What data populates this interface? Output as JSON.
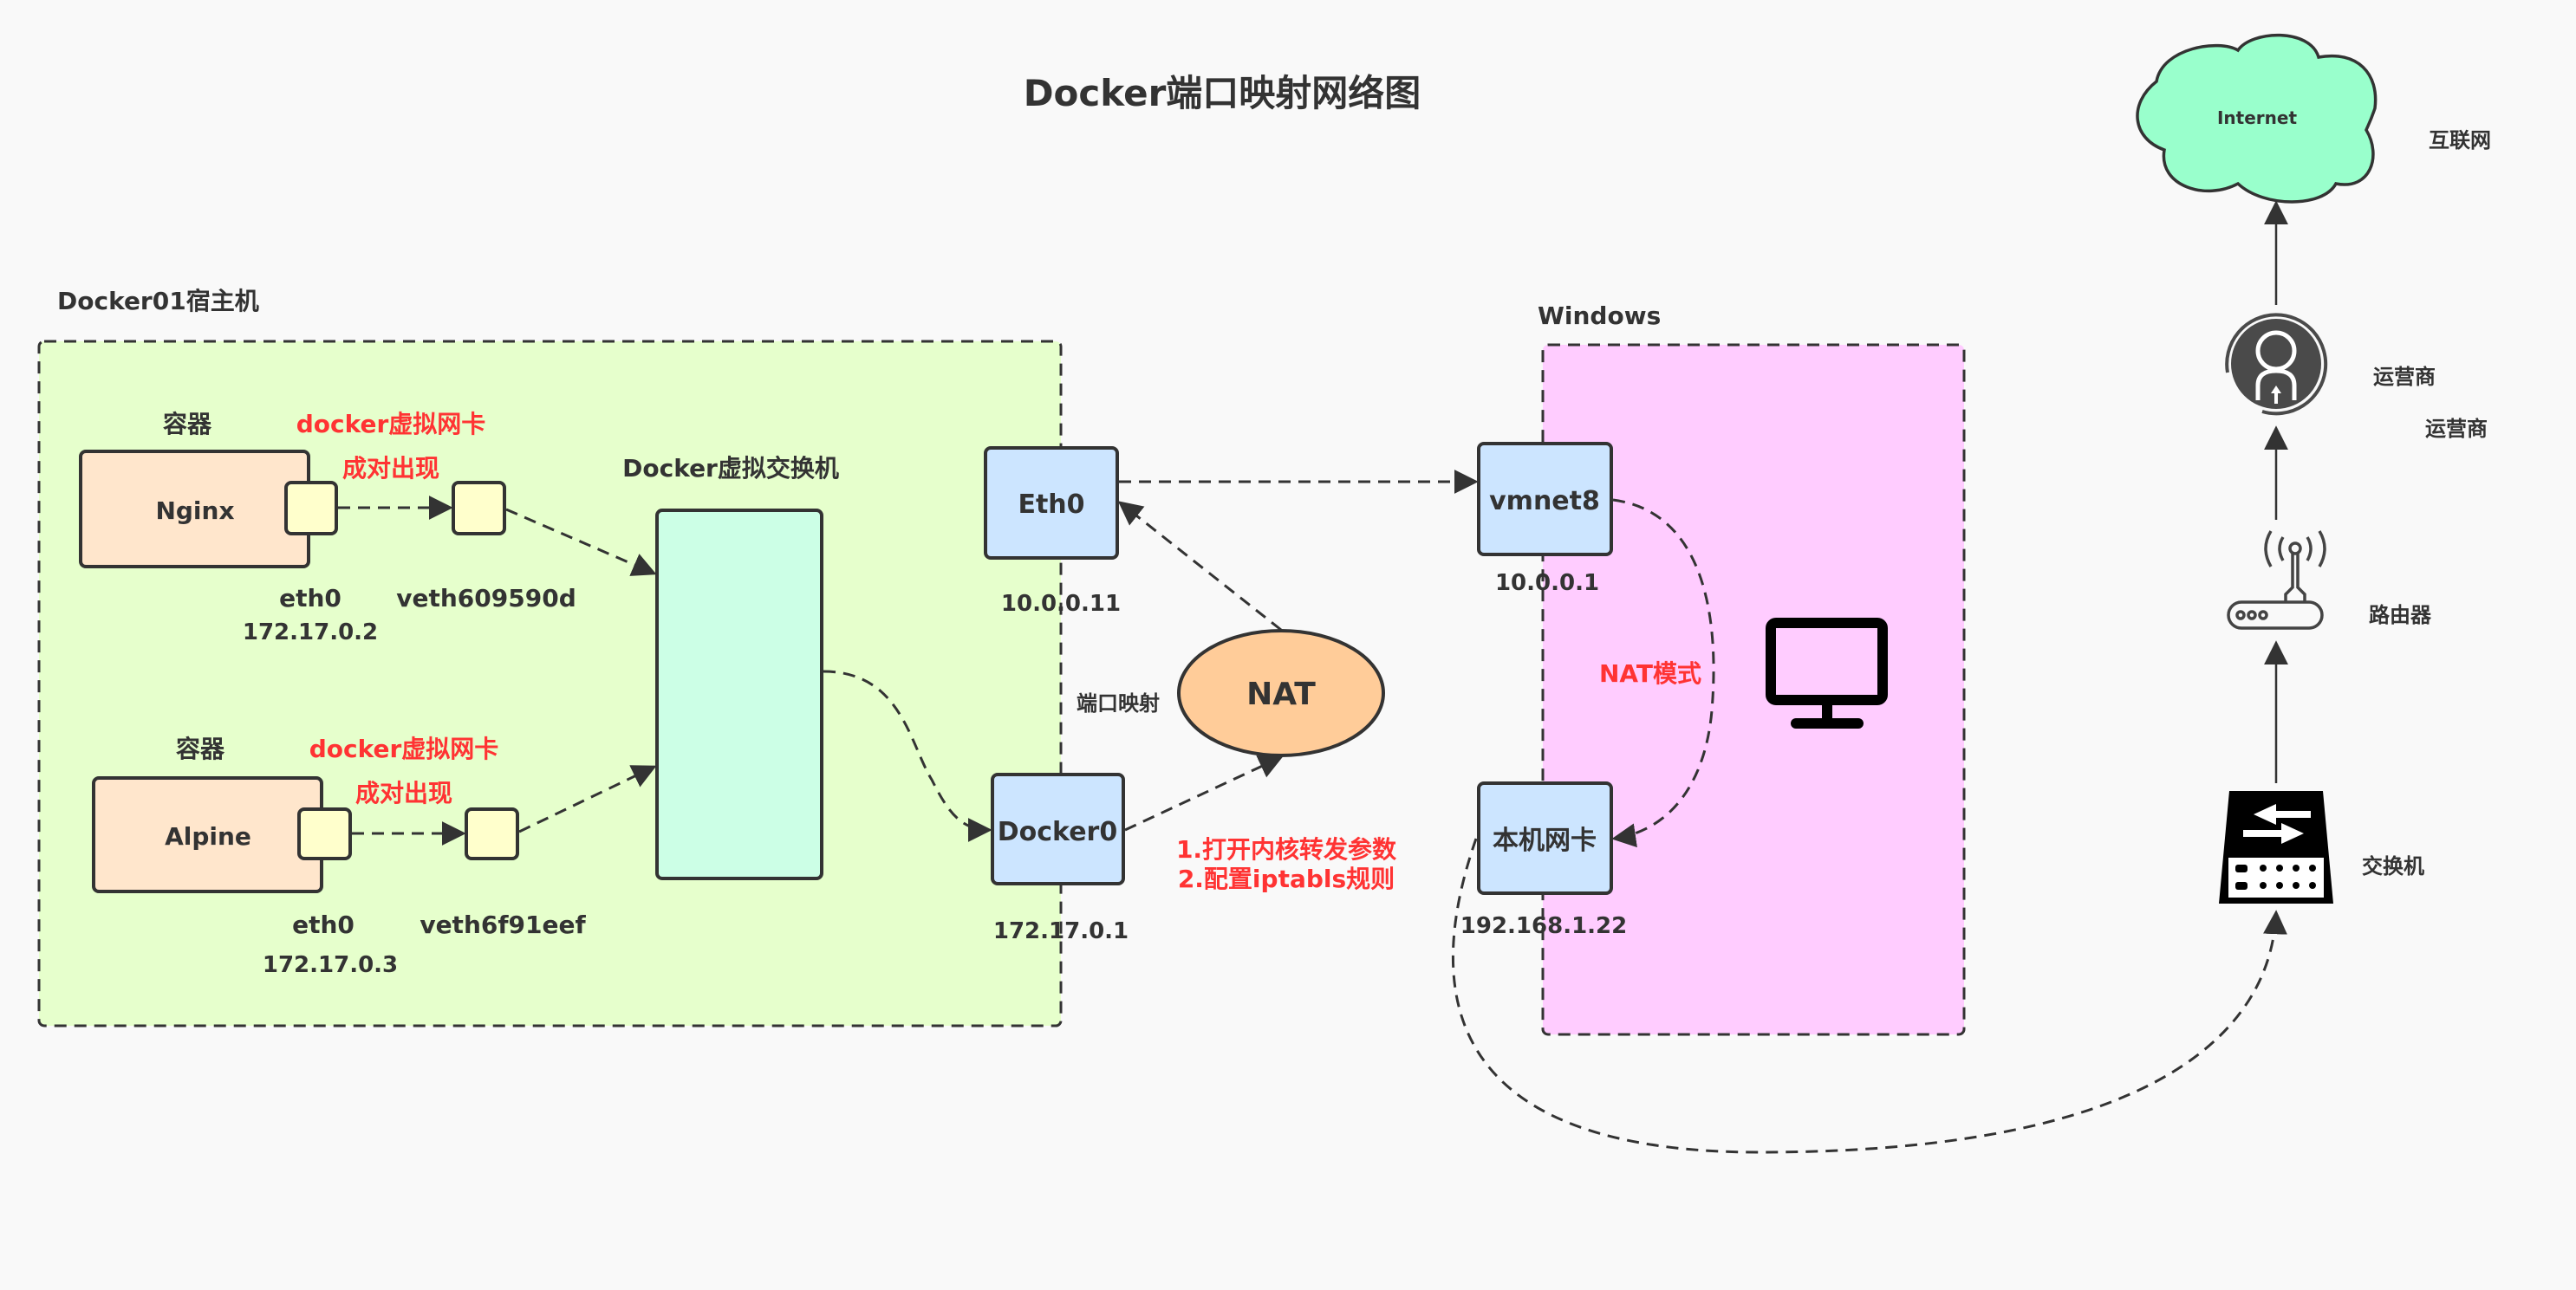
{
  "title": "Docker端口映射网络图",
  "colors": {
    "host_bg": "#e6ffcc",
    "windows_bg": "#ffccff",
    "nic_blue": "#cce5ff",
    "container": "#ffe6cc",
    "veth": "#ffffcc",
    "bridge": "#ccffe6",
    "nat": "#ffcc99",
    "cloud": "#99ffcc",
    "annotation_red": "#ff3333",
    "text": "#333333"
  },
  "host": {
    "label": "Docker01宿主机",
    "bridge_label": "Docker虚拟交换机",
    "containers": [
      {
        "group_label": "容器",
        "name": "Nginx",
        "note_line1": "docker虚拟网卡",
        "note_line2": "成对出现",
        "eth_label": "eth0",
        "eth_ip": "172.17.0.2",
        "veth_label": "veth609590d"
      },
      {
        "group_label": "容器",
        "name": "Alpine",
        "note_line1": "docker虚拟网卡",
        "note_line2": "成对出现",
        "eth_label": "eth0",
        "eth_ip": "172.17.0.3",
        "veth_label": "veth6f91eef"
      }
    ],
    "eth0": {
      "label": "Eth0",
      "ip": "10.0.0.11"
    },
    "docker0": {
      "label": "Docker0",
      "ip": "172.17.0.1"
    }
  },
  "nat": {
    "label": "NAT",
    "port_mapping_label": "端口映射",
    "steps": [
      "1.打开内核转发参数",
      "2.配置iptabls规则"
    ]
  },
  "windows": {
    "label": "Windows",
    "vmnet8": {
      "label": "vmnet8",
      "ip": "10.0.0.1"
    },
    "local_nic": {
      "label": "本机网卡",
      "ip": "192.168.1.22"
    },
    "nat_mode_label": "NAT模式",
    "monitor_icon": "monitor-icon"
  },
  "external": {
    "internet": {
      "label": "Internet",
      "caption": "互联网"
    },
    "isp": {
      "caption": "运营商",
      "caption2": "运营商",
      "icon": "isp-user-icon"
    },
    "router": {
      "caption": "路由器",
      "icon": "router-icon"
    },
    "switch": {
      "caption": "交换机",
      "icon": "switch-icon"
    }
  }
}
